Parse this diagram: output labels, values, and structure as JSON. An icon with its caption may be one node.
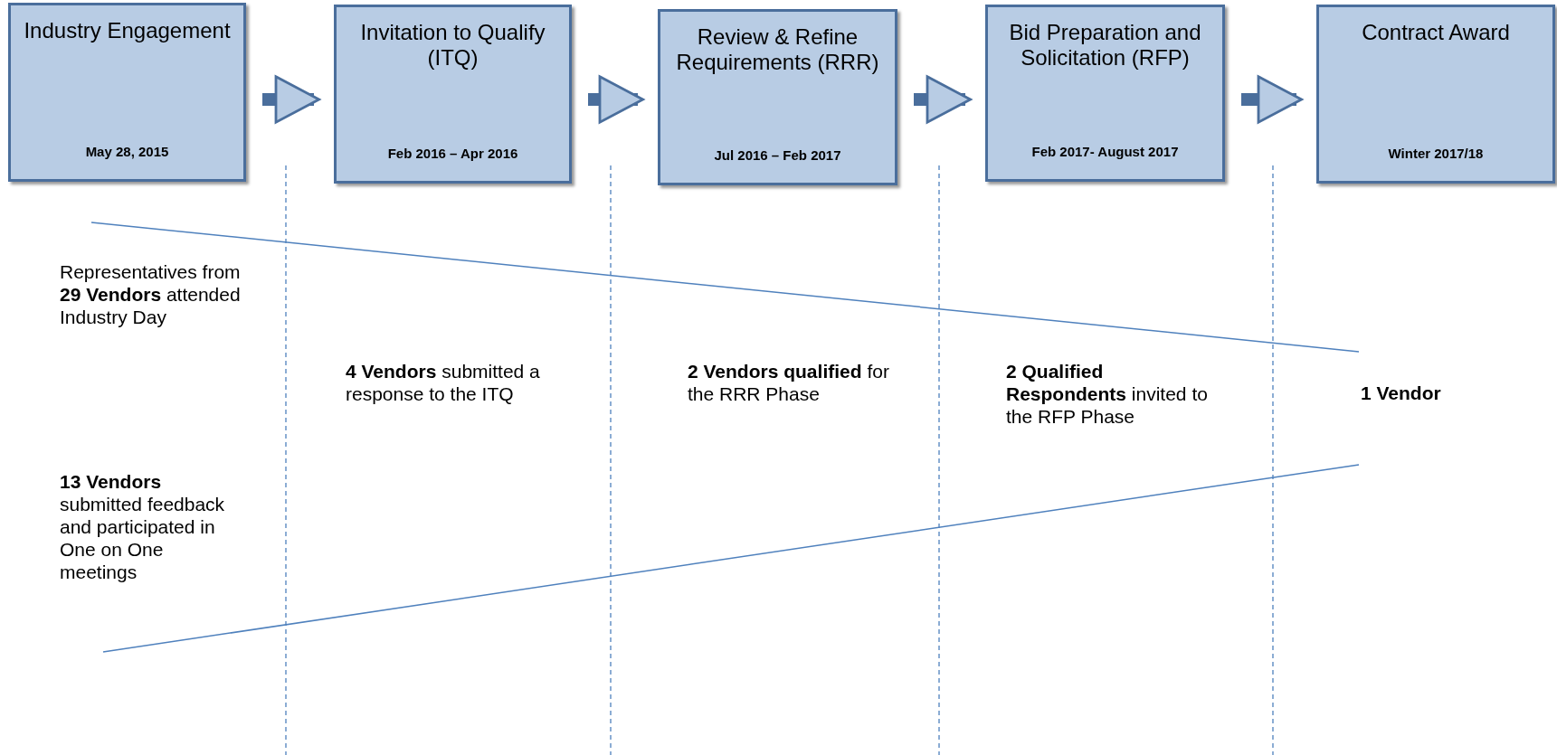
{
  "diagram": {
    "nodes": [
      {
        "text": [
          "Industry Engagement",
          "May 28, 2015"
        ]
      },
      {
        "text": [
          "Invitation to Qualify (ITQ)",
          "Feb 2016 – Apr 2016"
        ]
      },
      {
        "text": [
          "Review & Refine Requirements (RRR)",
          "Jul 2016 – Feb 2017"
        ]
      },
      {
        "text": [
          "Bid Preparation and Solicitation (RFP)",
          "Feb 2017- August 2017"
        ]
      },
      {
        "text": [
          "Contract Award",
          "Winter 2017/18"
        ]
      }
    ],
    "edges": [
      {
        "from": 0,
        "to": 1,
        "arrow": "to"
      },
      {
        "from": 1,
        "to": 2,
        "arrow": "to"
      },
      {
        "from": 2,
        "to": 3,
        "arrow": "to"
      },
      {
        "from": 3,
        "to": 4,
        "arrow": "to"
      }
    ],
    "labels": [
      "Representatives from **29 Vendors** attended Industry Day",
      "**4 Vendors** submitted a response to the ITQ",
      "**2 Vendors qualified** for the RRR Phase",
      "**2 Qualified Respondents** invited to the RFP Phase",
      "1 Vendor",
      "**13 Vendors** submitted feedback and participated in One on One meetings"
    ]
  }
}
